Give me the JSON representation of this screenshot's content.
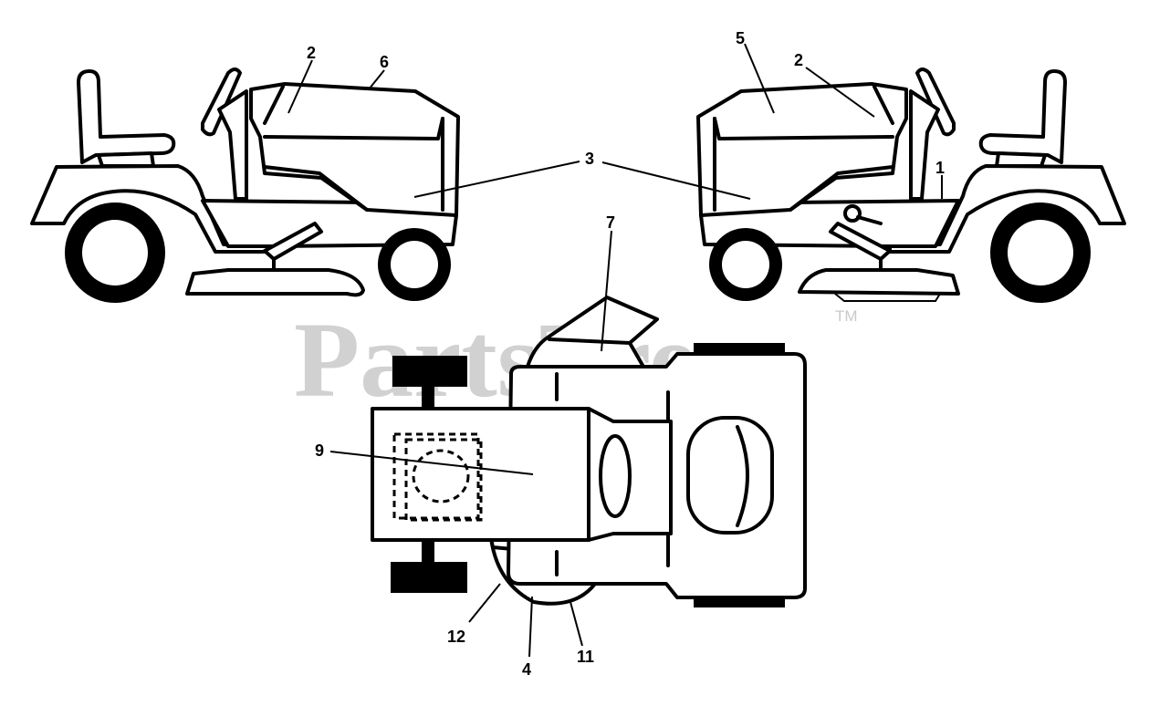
{
  "watermark": {
    "text": "PartsTree",
    "trademark": "TM"
  },
  "callouts": {
    "left_2": "2",
    "left_6": "6",
    "center_3": "3",
    "right_5": "5",
    "right_2": "2",
    "right_1": "1",
    "top_7": "7",
    "top_9": "9",
    "top_12": "12",
    "top_4": "4",
    "top_11": "11"
  }
}
